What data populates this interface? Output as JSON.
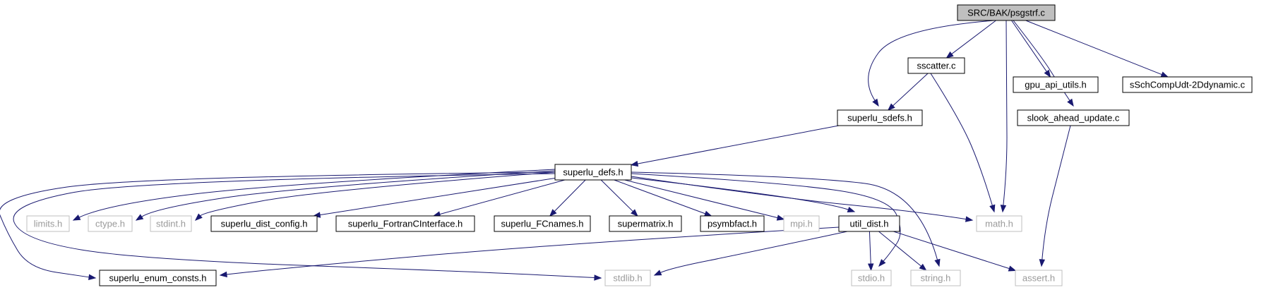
{
  "graph": {
    "root": {
      "id": "root",
      "label": "SRC/BAK/psgstrf.c"
    },
    "nodes": [
      {
        "id": "sscatter",
        "label": "sscatter.c",
        "kind": "doc"
      },
      {
        "id": "gpu_api",
        "label": "gpu_api_utils.h",
        "kind": "doc"
      },
      {
        "id": "sschcomp",
        "label": "sSchCompUdt-2Ddynamic.c",
        "kind": "doc"
      },
      {
        "id": "sdefs",
        "label": "superlu_sdefs.h",
        "kind": "doc"
      },
      {
        "id": "slook",
        "label": "slook_ahead_update.c",
        "kind": "doc"
      },
      {
        "id": "defs",
        "label": "superlu_defs.h",
        "kind": "doc"
      },
      {
        "id": "limits",
        "label": "limits.h",
        "kind": "ext"
      },
      {
        "id": "ctype",
        "label": "ctype.h",
        "kind": "ext"
      },
      {
        "id": "stdint",
        "label": "stdint.h",
        "kind": "ext"
      },
      {
        "id": "distconfig",
        "label": "superlu_dist_config.h",
        "kind": "doc"
      },
      {
        "id": "fortran",
        "label": "superlu_FortranCInterface.h",
        "kind": "doc"
      },
      {
        "id": "fcnames",
        "label": "superlu_FCnames.h",
        "kind": "doc"
      },
      {
        "id": "supermatrix",
        "label": "supermatrix.h",
        "kind": "doc"
      },
      {
        "id": "psymbfact",
        "label": "psymbfact.h",
        "kind": "doc"
      },
      {
        "id": "mpi",
        "label": "mpi.h",
        "kind": "ext"
      },
      {
        "id": "utildist",
        "label": "util_dist.h",
        "kind": "doc"
      },
      {
        "id": "math",
        "label": "math.h",
        "kind": "ext"
      },
      {
        "id": "enumconsts",
        "label": "superlu_enum_consts.h",
        "kind": "doc"
      },
      {
        "id": "stdlib",
        "label": "stdlib.h",
        "kind": "ext"
      },
      {
        "id": "stdio",
        "label": "stdio.h",
        "kind": "ext"
      },
      {
        "id": "string",
        "label": "string.h",
        "kind": "ext"
      },
      {
        "id": "assert",
        "label": "assert.h",
        "kind": "ext"
      }
    ],
    "edges": [
      [
        "root",
        "sscatter"
      ],
      [
        "root",
        "gpu_api"
      ],
      [
        "root",
        "sschcomp"
      ],
      [
        "root",
        "sdefs"
      ],
      [
        "root",
        "slook"
      ],
      [
        "root",
        "math"
      ],
      [
        "sscatter",
        "sdefs"
      ],
      [
        "sscatter",
        "math"
      ],
      [
        "sdefs",
        "defs"
      ],
      [
        "slook",
        "assert"
      ],
      [
        "defs",
        "limits"
      ],
      [
        "defs",
        "ctype"
      ],
      [
        "defs",
        "stdint"
      ],
      [
        "defs",
        "distconfig"
      ],
      [
        "defs",
        "fortran"
      ],
      [
        "defs",
        "fcnames"
      ],
      [
        "defs",
        "supermatrix"
      ],
      [
        "defs",
        "psymbfact"
      ],
      [
        "defs",
        "mpi"
      ],
      [
        "defs",
        "utildist"
      ],
      [
        "defs",
        "math"
      ],
      [
        "defs",
        "enumconsts"
      ],
      [
        "defs",
        "stdlib"
      ],
      [
        "defs",
        "stdio"
      ],
      [
        "defs",
        "string"
      ],
      [
        "utildist",
        "enumconsts"
      ],
      [
        "utildist",
        "stdlib"
      ],
      [
        "utildist",
        "stdio"
      ],
      [
        "utildist",
        "string"
      ],
      [
        "utildist",
        "assert"
      ]
    ]
  }
}
